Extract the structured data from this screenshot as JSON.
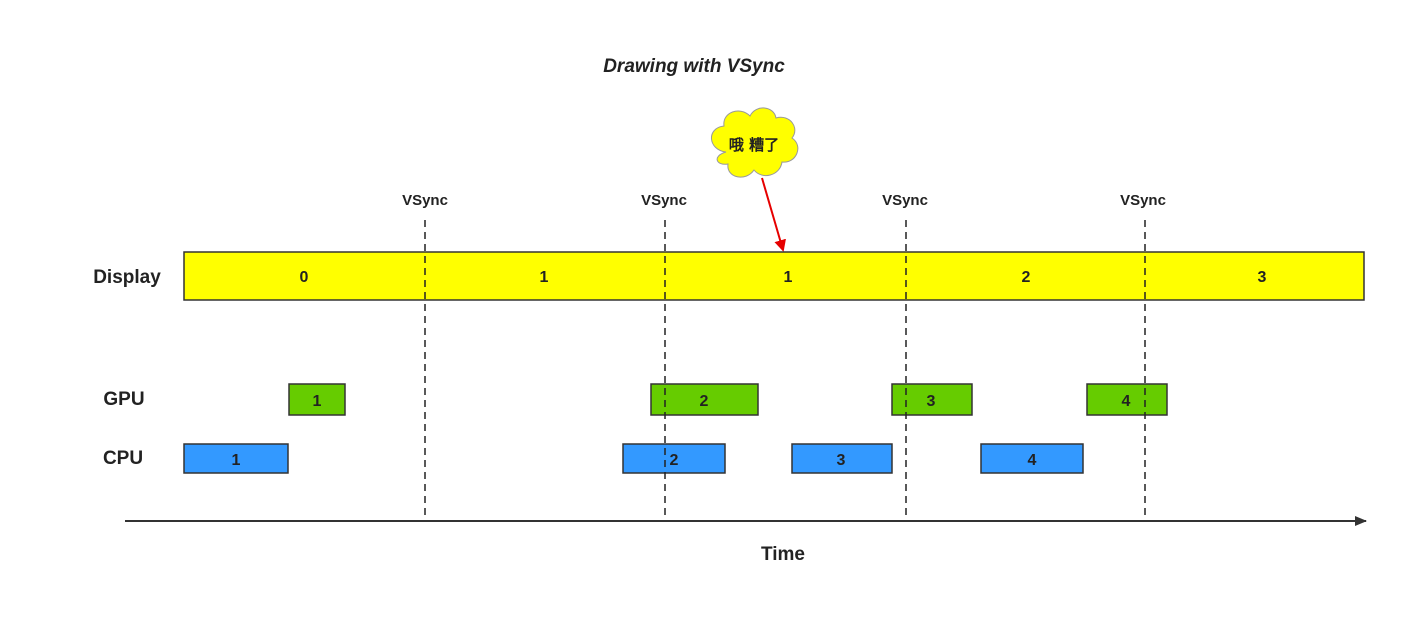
{
  "title": "Drawing with VSync",
  "callout": {
    "text": "哦 糟了",
    "fill": "#ffff00"
  },
  "vsync_label": "VSync",
  "rows": {
    "display": "Display",
    "gpu": "GPU",
    "cpu": "CPU"
  },
  "display_segments": [
    "0",
    "1",
    "1",
    "2",
    "3"
  ],
  "gpu_blocks": [
    "1",
    "2",
    "3",
    "4"
  ],
  "cpu_blocks": [
    "1",
    "2",
    "3",
    "4"
  ],
  "axis_label": "Time",
  "colors": {
    "display": "#ffff00",
    "gpu": "#66cc00",
    "cpu": "#3399ff",
    "arrow": "#e60000",
    "line": "#222222"
  }
}
